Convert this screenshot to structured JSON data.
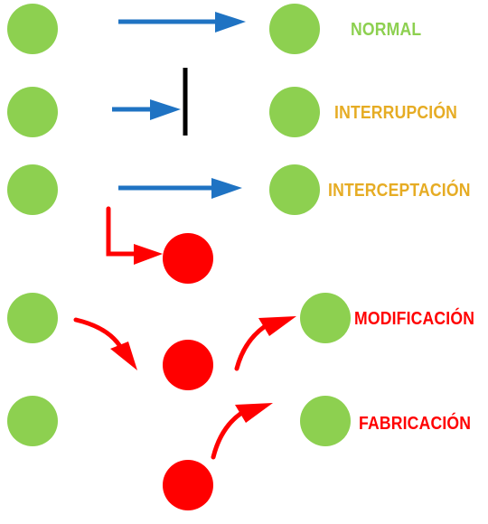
{
  "colors": {
    "node_green": "#8dd050",
    "node_red": "#ff0000",
    "arrow_blue": "#1f73c3",
    "arrow_red": "#ff0000",
    "barrier": "#000000",
    "label_normal": "#8dd050",
    "label_warning": "#e6ac24",
    "label_danger": "#ff0000"
  },
  "scenarios": [
    {
      "id": "normal",
      "label": "NORMAL",
      "label_color": "label_normal"
    },
    {
      "id": "interrupcion",
      "label": "INTERRUPCIÓN",
      "label_color": "label_warning"
    },
    {
      "id": "interceptacion",
      "label": "INTERCEPTACIÓN",
      "label_color": "label_warning"
    },
    {
      "id": "modificacion",
      "label": "MODIFICACIÓN",
      "label_color": "label_danger"
    },
    {
      "id": "fabricacion",
      "label": "FABRICACIÓN",
      "label_color": "label_danger"
    }
  ]
}
